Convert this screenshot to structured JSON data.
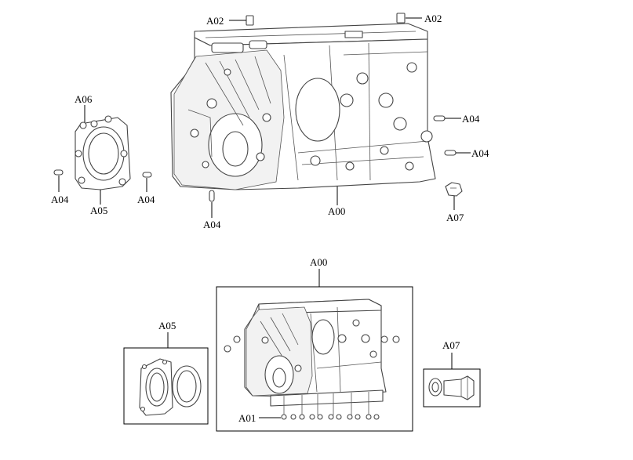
{
  "labels": {
    "a02_left": "A02",
    "a02_right": "A02",
    "a06": "A06",
    "a04_right_top": "A04",
    "a04_right_mid": "A04",
    "a04_left": "A04",
    "a04_seal_right": "A04",
    "a05_top": "A05",
    "a04_bottom": "A04",
    "a00_top": "A00",
    "a07_top": "A07",
    "a00_box": "A00",
    "a05_box": "A05",
    "a07_box": "A07",
    "a01": "A01"
  },
  "colors": {
    "line": "#000000",
    "part_stroke": "#444444",
    "background": "#ffffff"
  }
}
